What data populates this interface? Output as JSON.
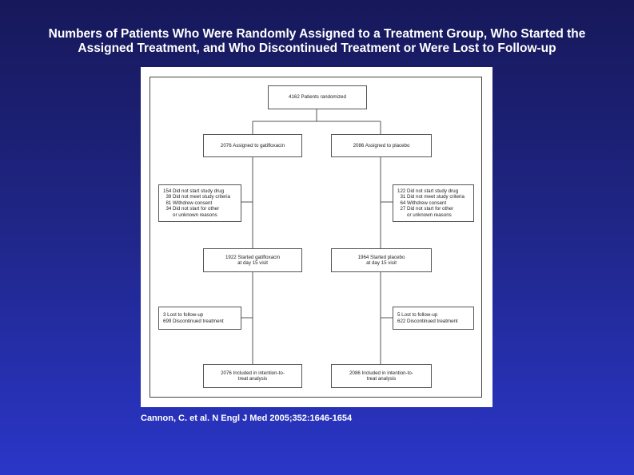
{
  "title": {
    "line1": "Numbers of Patients Who Were Randomly Assigned to a Treatment Group, Who Started the",
    "line2": "Assigned Treatment, and Who Discontinued Treatment or Were Lost to Follow-up"
  },
  "flowchart": {
    "randomized": "4162 Patients randomized",
    "gatifloxacin": {
      "assigned": "2076 Assigned to gatifloxacin",
      "not_started": [
        "154 Did not start study drug",
        "  39 Did not meet study criteria",
        "  81 Withdrew consent",
        "  34 Did not start for other",
        "       or unknown reasons"
      ],
      "started": [
        "1922 Started gatifloxacin",
        "at day 15 visit"
      ],
      "lost": [
        "3 Lost to follow-up",
        "699 Discontinued treatment"
      ],
      "itt": [
        "2076 Included in intention-to-",
        "treat analysis"
      ]
    },
    "placebo": {
      "assigned": "2086 Assigned to placebo",
      "not_started": [
        "122 Did not start study drug",
        "  31 Did not meet study criteria",
        "  64 Withdrew consent",
        "  27 Did not start for other",
        "       or unknown reasons"
      ],
      "started": [
        "1964 Started placebo",
        "at day 15 visit"
      ],
      "lost": [
        "5 Lost to follow-up",
        "622 Discontinued treatment"
      ],
      "itt": [
        "2086 Included in intention-to-",
        "treat analysis"
      ]
    }
  },
  "citation": "Cannon, C. et al. N Engl J Med 2005;352:1646-1654"
}
